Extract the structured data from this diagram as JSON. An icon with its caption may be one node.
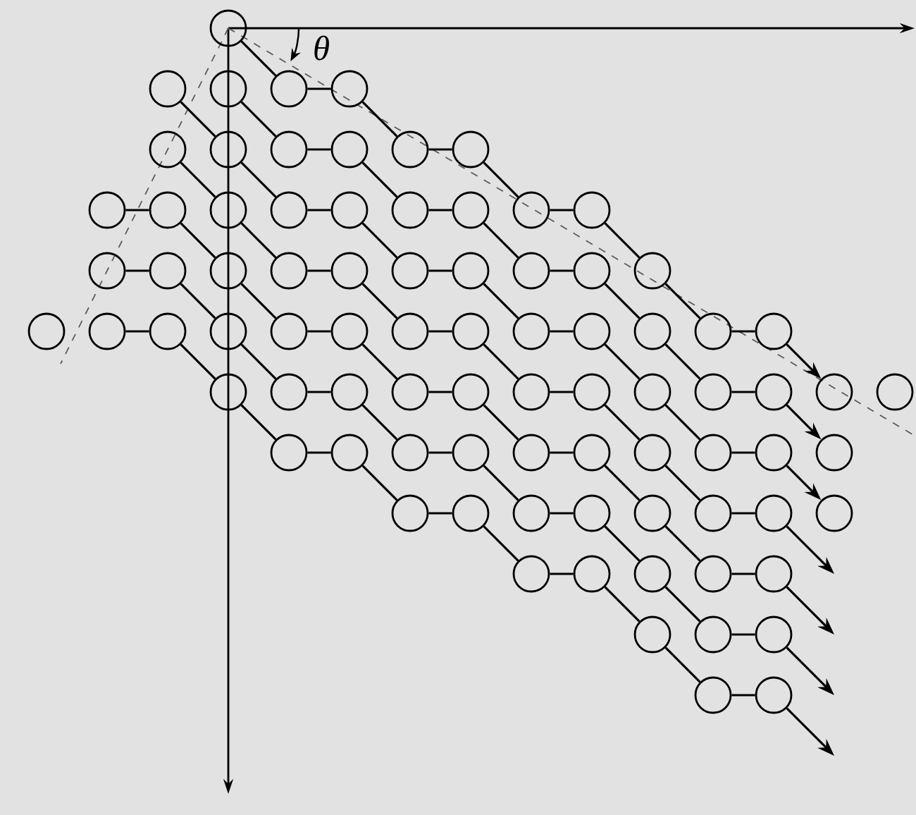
{
  "diagram": {
    "nodes": [
      {
        "text": [],
        "shape": "circle"
      },
      {
        "text": [],
        "shape": "circle"
      },
      {
        "text": [],
        "shape": "circle"
      },
      {
        "text": [],
        "shape": "circle"
      },
      {
        "text": [],
        "shape": "circle"
      },
      {
        "text": [],
        "shape": "circle"
      },
      {
        "text": [],
        "shape": "circle"
      },
      {
        "text": [],
        "shape": "circle"
      },
      {
        "text": [],
        "shape": "circle"
      },
      {
        "text": [],
        "shape": "circle"
      },
      {
        "text": [],
        "shape": "circle"
      },
      {
        "text": [],
        "shape": "circle"
      },
      {
        "text": [],
        "shape": "circle"
      },
      {
        "text": [],
        "shape": "circle"
      },
      {
        "text": [],
        "shape": "circle"
      },
      {
        "text": [],
        "shape": "circle"
      },
      {
        "text": [],
        "shape": "circle"
      },
      {
        "text": [],
        "shape": "circle"
      },
      {
        "text": [],
        "shape": "circle"
      },
      {
        "text": [],
        "shape": "circle"
      },
      {
        "text": [],
        "shape": "circle"
      },
      {
        "text": [],
        "shape": "circle"
      },
      {
        "text": [],
        "shape": "circle"
      },
      {
        "text": [],
        "shape": "circle"
      },
      {
        "text": [],
        "shape": "circle"
      },
      {
        "text": [],
        "shape": "circle"
      },
      {
        "text": [],
        "shape": "circle"
      },
      {
        "text": [],
        "shape": "circle"
      },
      {
        "text": [],
        "shape": "circle"
      },
      {
        "text": [],
        "shape": "circle"
      },
      {
        "text": [],
        "shape": "circle"
      },
      {
        "text": [],
        "shape": "circle"
      },
      {
        "text": [],
        "shape": "circle"
      },
      {
        "text": [],
        "shape": "circle"
      },
      {
        "text": [],
        "shape": "circle"
      },
      {
        "text": [],
        "shape": "circle"
      },
      {
        "text": [],
        "shape": "circle"
      },
      {
        "text": [],
        "shape": "circle"
      },
      {
        "text": [],
        "shape": "circle"
      },
      {
        "text": [],
        "shape": "circle"
      },
      {
        "text": [],
        "shape": "circle"
      },
      {
        "text": [],
        "shape": "circle"
      },
      {
        "text": [],
        "shape": "circle"
      },
      {
        "text": [],
        "shape": "circle"
      },
      {
        "text": [],
        "shape": "circle"
      },
      {
        "text": [],
        "shape": "circle"
      },
      {
        "text": [],
        "shape": "circle"
      },
      {
        "text": [],
        "shape": "circle"
      },
      {
        "text": [],
        "shape": "circle"
      },
      {
        "text": [],
        "shape": "circle"
      },
      {
        "text": [],
        "shape": "circle"
      },
      {
        "text": [],
        "shape": "circle"
      },
      {
        "text": [],
        "shape": "circle"
      },
      {
        "text": [],
        "shape": "circle"
      },
      {
        "text": [],
        "shape": "circle"
      },
      {
        "text": [],
        "shape": "circle"
      },
      {
        "text": [],
        "shape": "circle"
      },
      {
        "text": [],
        "shape": "circle"
      },
      {
        "text": [],
        "shape": "circle"
      },
      {
        "text": [],
        "shape": "circle"
      },
      {
        "text": [],
        "shape": "circle"
      },
      {
        "text": [],
        "shape": "circle"
      },
      {
        "text": [],
        "shape": "circle"
      },
      {
        "text": [],
        "shape": "circle"
      },
      {
        "text": [],
        "shape": "circle"
      },
      {
        "text": [],
        "shape": "circle"
      },
      {
        "text": [],
        "shape": "circle"
      },
      {
        "text": [],
        "shape": "circle"
      },
      {
        "text": [],
        "shape": "circle"
      },
      {
        "text": [],
        "shape": "circle"
      },
      {
        "text": [],
        "shape": "circle"
      },
      {
        "text": [],
        "shape": "circle"
      },
      {
        "text": [],
        "shape": "circle"
      },
      {
        "text": [],
        "shape": "circle"
      },
      {
        "text": [],
        "shape": "circle"
      },
      {
        "text": [],
        "shape": "circle"
      },
      {
        "text": [],
        "shape": "circle"
      },
      {
        "text": [],
        "shape": "circle"
      },
      {
        "text": [],
        "shape": "circle"
      },
      {
        "text": [],
        "shape": "circle"
      },
      {
        "text": [],
        "shape": "circle"
      },
      {
        "text": [],
        "shape": "circle"
      },
      {
        "text": [],
        "shape": "circle"
      }
    ],
    "edges": [
      {
        "from": 0,
        "to": 3,
        "arrow": "none"
      },
      {
        "from": 3,
        "to": 4,
        "arrow": "none"
      },
      {
        "from": 4,
        "to": 9,
        "arrow": "none"
      },
      {
        "from": 9,
        "to": 10,
        "arrow": "none"
      },
      {
        "from": 10,
        "to": 18,
        "arrow": "none"
      },
      {
        "from": 18,
        "to": 19,
        "arrow": "none"
      },
      {
        "from": 19,
        "to": 29,
        "arrow": "none"
      },
      {
        "from": 29,
        "to": 41,
        "arrow": "none"
      },
      {
        "from": 41,
        "to": 42,
        "arrow": "none"
      },
      {
        "from": 42,
        "to": 53,
        "arrow": "to"
      },
      {
        "from": 2,
        "to": 7,
        "arrow": "none"
      },
      {
        "from": 7,
        "to": 8,
        "arrow": "none"
      },
      {
        "from": 8,
        "to": 16,
        "arrow": "none"
      },
      {
        "from": 16,
        "to": 17,
        "arrow": "none"
      },
      {
        "from": 17,
        "to": 27,
        "arrow": "none"
      },
      {
        "from": 27,
        "to": 28,
        "arrow": "none"
      },
      {
        "from": 28,
        "to": 40,
        "arrow": "none"
      },
      {
        "from": 40,
        "to": 51,
        "arrow": "none"
      },
      {
        "from": 51,
        "to": 52,
        "arrow": "none"
      },
      {
        "from": 52,
        "to": 64,
        "arrow": "to"
      },
      {
        "from": 1,
        "to": 6,
        "arrow": "none"
      },
      {
        "from": 6,
        "to": 14,
        "arrow": "none"
      },
      {
        "from": 14,
        "to": 15,
        "arrow": "none"
      },
      {
        "from": 15,
        "to": 25,
        "arrow": "none"
      },
      {
        "from": 25,
        "to": 26,
        "arrow": "none"
      },
      {
        "from": 26,
        "to": 38,
        "arrow": "none"
      },
      {
        "from": 38,
        "to": 39,
        "arrow": "none"
      },
      {
        "from": 39,
        "to": 50,
        "arrow": "none"
      },
      {
        "from": 50,
        "to": 62,
        "arrow": "none"
      },
      {
        "from": 62,
        "to": 63,
        "arrow": "none"
      },
      {
        "from": 63,
        "to": 72,
        "arrow": "to"
      },
      {
        "from": 5,
        "to": 13,
        "arrow": "none"
      },
      {
        "from": 13,
        "to": 23,
        "arrow": "none"
      },
      {
        "from": 23,
        "to": 24,
        "arrow": "none"
      },
      {
        "from": 24,
        "to": 36,
        "arrow": "none"
      },
      {
        "from": 36,
        "to": 37,
        "arrow": "none"
      },
      {
        "from": 37,
        "to": 48,
        "arrow": "none"
      },
      {
        "from": 48,
        "to": 49,
        "arrow": "none"
      },
      {
        "from": 49,
        "to": 61,
        "arrow": "none"
      },
      {
        "from": 61,
        "to": 70,
        "arrow": "none"
      },
      {
        "from": 70,
        "to": 71,
        "arrow": "none"
      },
      {
        "from": 71,
        "to": null,
        "arrow": "to"
      },
      {
        "from": 11,
        "to": 12,
        "arrow": "none"
      },
      {
        "from": 12,
        "to": 22,
        "arrow": "none"
      },
      {
        "from": 22,
        "to": 34,
        "arrow": "none"
      },
      {
        "from": 34,
        "to": 35,
        "arrow": "none"
      },
      {
        "from": 35,
        "to": 46,
        "arrow": "none"
      },
      {
        "from": 46,
        "to": 47,
        "arrow": "none"
      },
      {
        "from": 47,
        "to": 59,
        "arrow": "none"
      },
      {
        "from": 59,
        "to": 60,
        "arrow": "none"
      },
      {
        "from": 60,
        "to": 69,
        "arrow": "none"
      },
      {
        "from": 69,
        "to": 76,
        "arrow": "none"
      },
      {
        "from": 76,
        "to": 77,
        "arrow": "none"
      },
      {
        "from": 77,
        "to": null,
        "arrow": "to"
      },
      {
        "from": 20,
        "to": 21,
        "arrow": "none"
      },
      {
        "from": 21,
        "to": 33,
        "arrow": "none"
      },
      {
        "from": 33,
        "to": 44,
        "arrow": "none"
      },
      {
        "from": 44,
        "to": 45,
        "arrow": "none"
      },
      {
        "from": 45,
        "to": 57,
        "arrow": "none"
      },
      {
        "from": 57,
        "to": 58,
        "arrow": "none"
      },
      {
        "from": 58,
        "to": 67,
        "arrow": "none"
      },
      {
        "from": 67,
        "to": 68,
        "arrow": "none"
      },
      {
        "from": 68,
        "to": 75,
        "arrow": "none"
      },
      {
        "from": 75,
        "to": 79,
        "arrow": "none"
      },
      {
        "from": 79,
        "to": 80,
        "arrow": "none"
      },
      {
        "from": 80,
        "to": null,
        "arrow": "to"
      },
      {
        "from": 31,
        "to": 32,
        "arrow": "none"
      },
      {
        "from": 32,
        "to": 43,
        "arrow": "none"
      },
      {
        "from": 43,
        "to": 55,
        "arrow": "none"
      },
      {
        "from": 55,
        "to": 56,
        "arrow": "none"
      },
      {
        "from": 56,
        "to": 65,
        "arrow": "none"
      },
      {
        "from": 65,
        "to": 66,
        "arrow": "none"
      },
      {
        "from": 66,
        "to": 73,
        "arrow": "none"
      },
      {
        "from": 73,
        "to": 74,
        "arrow": "none"
      },
      {
        "from": 74,
        "to": 78,
        "arrow": "none"
      },
      {
        "from": 78,
        "to": 81,
        "arrow": "none"
      },
      {
        "from": 81,
        "to": 82,
        "arrow": "none"
      },
      {
        "from": 82,
        "to": null,
        "arrow": "to"
      }
    ],
    "labels": [
      "θ"
    ]
  }
}
